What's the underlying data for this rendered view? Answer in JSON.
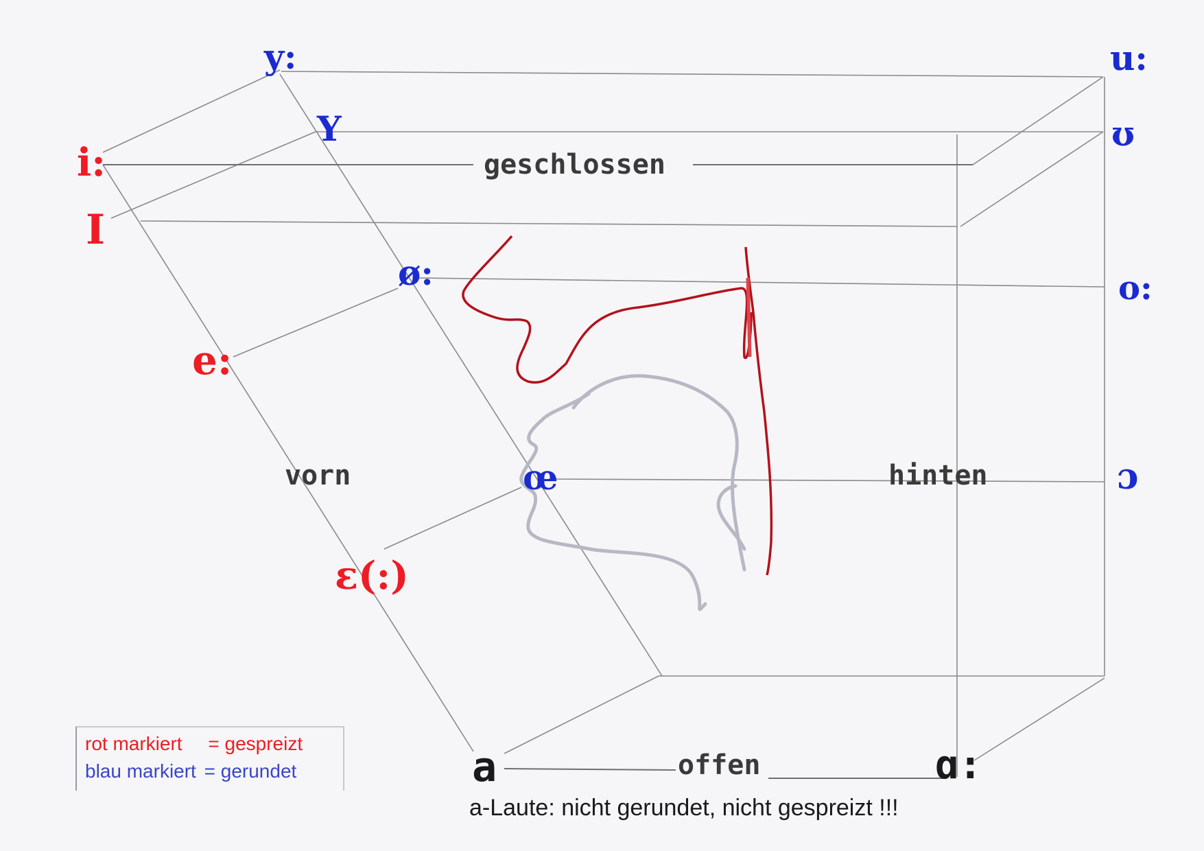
{
  "vowels": {
    "i_long": "i:",
    "y_long": "y:",
    "Y_short": "Y",
    "I_short": "I",
    "oe_long": "ø:",
    "e_long": "e:",
    "oe_lig": "œ",
    "eps": "ε(:)",
    "a": "a",
    "alpha": "ɑ:",
    "u_long": "u:",
    "upsilon": "ʊ",
    "o_long": "o:",
    "open_o": "ɔ"
  },
  "axes": {
    "top": "geschlossen",
    "bottom": "offen",
    "front": "vorn",
    "back": "hinten"
  },
  "legend": {
    "red_label": "rot markiert",
    "red_value": "= gespreizt",
    "blue_label": "blau markiert",
    "blue_value": "= gerundet"
  },
  "footnote": "a-Laute: nicht gerundet, nicht gespreizt !!!",
  "colors": {
    "spread": "#ee1c24",
    "rounded": "#1b2bd0",
    "tongue_outline": "#b3121c",
    "head_outline": "#b8b8c4"
  }
}
